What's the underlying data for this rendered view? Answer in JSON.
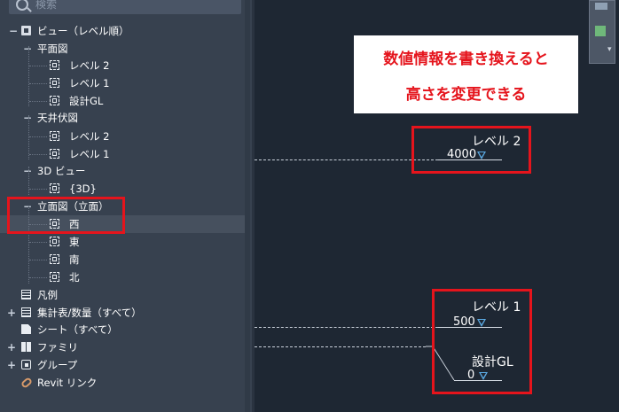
{
  "search": {
    "placeholder": "検索"
  },
  "tree": [
    {
      "id": "views",
      "toggle": "−",
      "icon": "cube",
      "label": "ビュー（レベル順）"
    },
    {
      "id": "floorplan",
      "toggle": "−",
      "icon": "",
      "label": "平面図"
    },
    {
      "id": "fp-level2",
      "toggle": "",
      "icon": "view",
      "label": "レベル 2"
    },
    {
      "id": "fp-level1",
      "toggle": "",
      "icon": "view",
      "label": "レベル 1"
    },
    {
      "id": "fp-gl",
      "toggle": "",
      "icon": "view",
      "label": "設計GL"
    },
    {
      "id": "ceiling",
      "toggle": "−",
      "icon": "",
      "label": "天井伏図"
    },
    {
      "id": "cp-level2",
      "toggle": "",
      "icon": "view",
      "label": "レベル 2"
    },
    {
      "id": "cp-level1",
      "toggle": "",
      "icon": "view",
      "label": "レベル 1"
    },
    {
      "id": "3dview",
      "toggle": "−",
      "icon": "",
      "label": "3D ビュー"
    },
    {
      "id": "3d",
      "toggle": "",
      "icon": "view",
      "label": "{3D}"
    },
    {
      "id": "elevation",
      "toggle": "−",
      "icon": "",
      "label": "立面図（立面）"
    },
    {
      "id": "el-west",
      "toggle": "",
      "icon": "view",
      "label": "西"
    },
    {
      "id": "el-east",
      "toggle": "",
      "icon": "view",
      "label": "東"
    },
    {
      "id": "el-south",
      "toggle": "",
      "icon": "view",
      "label": "南"
    },
    {
      "id": "el-north",
      "toggle": "",
      "icon": "view",
      "label": "北"
    },
    {
      "id": "legend",
      "toggle": "",
      "icon": "grid",
      "label": "凡例"
    },
    {
      "id": "schedules",
      "toggle": "+",
      "icon": "grid",
      "label": "集計表/数量（すべて）"
    },
    {
      "id": "sheets",
      "toggle": "",
      "icon": "sheet",
      "label": "シート（すべて）"
    },
    {
      "id": "families",
      "toggle": "+",
      "icon": "fam",
      "label": "ファミリ"
    },
    {
      "id": "groups",
      "toggle": "+",
      "icon": "grp",
      "label": "グループ"
    },
    {
      "id": "links",
      "toggle": "",
      "icon": "link",
      "label": "Revit リンク"
    }
  ],
  "selected_row": "el-west",
  "callout": {
    "line1": "数値情報を書き換えると",
    "line2": "高さを変更できる"
  },
  "levels": {
    "level2": {
      "name": "レベル 2",
      "elevation": "4000"
    },
    "level1": {
      "name": "レベル 1",
      "elevation": "500"
    },
    "gl": {
      "name": "設計GL",
      "elevation": "0"
    }
  },
  "colors": {
    "highlight": "#e5141c",
    "panel": "#37414f",
    "canvas": "#1e2733",
    "level_marker": "#5aa8e0"
  }
}
